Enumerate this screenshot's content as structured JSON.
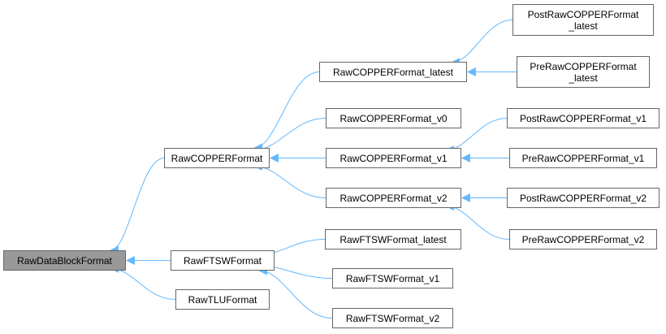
{
  "diagram": {
    "edge_color": "#63b8ff",
    "root_fill": "#999999",
    "node_fill": "#ffffff",
    "node_border": "#666666",
    "nodes": {
      "root": {
        "lines": [
          "RawDataBlockFormat"
        ]
      },
      "copper": {
        "lines": [
          "RawCOPPERFormat"
        ]
      },
      "ftsw": {
        "lines": [
          "RawFTSWFormat"
        ]
      },
      "tlu": {
        "lines": [
          "RawTLUFormat"
        ]
      },
      "copper_latest": {
        "lines": [
          "RawCOPPERFormat_latest"
        ]
      },
      "copper_v0": {
        "lines": [
          "RawCOPPERFormat_v0"
        ]
      },
      "copper_v1": {
        "lines": [
          "RawCOPPERFormat_v1"
        ]
      },
      "copper_v2": {
        "lines": [
          "RawCOPPERFormat_v2"
        ]
      },
      "post_latest": {
        "lines": [
          "PostRawCOPPERFormat",
          "_latest"
        ]
      },
      "pre_latest": {
        "lines": [
          "PreRawCOPPERFormat",
          "_latest"
        ]
      },
      "post_v1": {
        "lines": [
          "PostRawCOPPERFormat_v1"
        ]
      },
      "pre_v1": {
        "lines": [
          "PreRawCOPPERFormat_v1"
        ]
      },
      "post_v2": {
        "lines": [
          "PostRawCOPPERFormat_v2"
        ]
      },
      "pre_v2": {
        "lines": [
          "PreRawCOPPERFormat_v2"
        ]
      },
      "ftsw_latest": {
        "lines": [
          "RawFTSWFormat_latest"
        ]
      },
      "ftsw_v1": {
        "lines": [
          "RawFTSWFormat_v1"
        ]
      },
      "ftsw_v2": {
        "lines": [
          "RawFTSWFormat_v2"
        ]
      }
    },
    "edges": [
      {
        "from": "copper",
        "to": "root"
      },
      {
        "from": "ftsw",
        "to": "root"
      },
      {
        "from": "tlu",
        "to": "root"
      },
      {
        "from": "copper_latest",
        "to": "copper"
      },
      {
        "from": "copper_v0",
        "to": "copper"
      },
      {
        "from": "copper_v1",
        "to": "copper"
      },
      {
        "from": "copper_v2",
        "to": "copper"
      },
      {
        "from": "post_latest",
        "to": "copper_latest"
      },
      {
        "from": "pre_latest",
        "to": "copper_latest"
      },
      {
        "from": "post_v1",
        "to": "copper_v1"
      },
      {
        "from": "pre_v1",
        "to": "copper_v1"
      },
      {
        "from": "post_v2",
        "to": "copper_v2"
      },
      {
        "from": "pre_v2",
        "to": "copper_v2"
      },
      {
        "from": "ftsw_latest",
        "to": "ftsw"
      },
      {
        "from": "ftsw_v1",
        "to": "ftsw"
      },
      {
        "from": "ftsw_v2",
        "to": "ftsw"
      }
    ]
  }
}
